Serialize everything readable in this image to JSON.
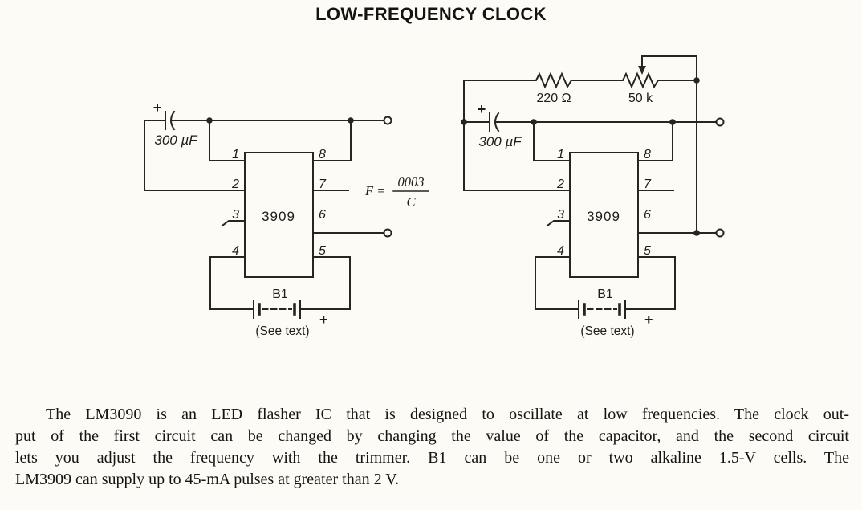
{
  "page": {
    "title": "LOW-FREQUENCY CLOCK",
    "paper_color": "#fcfbf5",
    "ink_color": "#26251f"
  },
  "left_circuit": {
    "capacitor": {
      "plus": "+",
      "label": "300 µF"
    },
    "ic": {
      "label": "3909"
    },
    "pins_left": [
      "1",
      "2",
      "3",
      "4"
    ],
    "pins_right": [
      "8",
      "7",
      "6",
      "5"
    ],
    "battery": {
      "label": "B1",
      "plus": "+",
      "note": "(See text)"
    },
    "formula": {
      "lhs": "F =",
      "numerator": "0003",
      "denominator": "C"
    }
  },
  "right_circuit": {
    "resistor1": {
      "label": "220 Ω"
    },
    "resistor2": {
      "label": "50 k"
    },
    "capacitor": {
      "plus": "+",
      "label": "300 µF"
    },
    "ic": {
      "label": "3909"
    },
    "pins_left": [
      "1",
      "2",
      "3",
      "4"
    ],
    "pins_right": [
      "8",
      "7",
      "6",
      "5"
    ],
    "battery": {
      "label": "B1",
      "plus": "+",
      "note": "(See text)"
    }
  },
  "caption": {
    "lines": [
      "The LM3090 is an LED flasher IC that is designed to oscillate at low frequencies. The clock out-",
      "put of the first circuit can be changed by changing the value of the capacitor, and the second circuit",
      "lets you adjust the frequency with the trimmer. B1 can be one or two alkaline 1.5-V cells. The",
      "LM3909 can supply up to 45-mA pulses at greater than 2 V."
    ]
  }
}
